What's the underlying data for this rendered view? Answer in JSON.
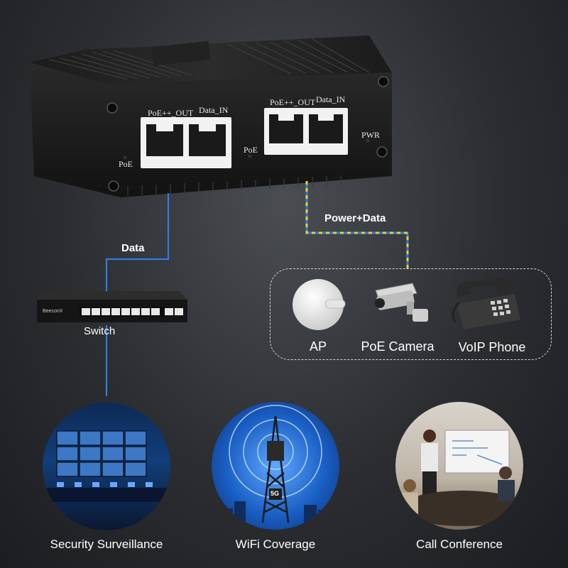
{
  "device": {
    "left_ports": {
      "out_label": "PoE++_OUT",
      "in_label": "Data_IN",
      "led_label": "PoE"
    },
    "right_ports": {
      "out_label": "PoE++_OUT",
      "in_label": "Data_IN",
      "led_label": "PoE"
    },
    "power_label": "PWR"
  },
  "connections": {
    "data_label": "Data",
    "power_data_label": "Power+Data"
  },
  "switch": {
    "brand": "BeeconX",
    "label": "Switch"
  },
  "devices": [
    {
      "label": "AP"
    },
    {
      "label": "PoE Camera"
    },
    {
      "label": "VoIP Phone"
    }
  ],
  "applications": [
    {
      "label": "Security Surveillance"
    },
    {
      "label": "WiFi Coverage"
    },
    {
      "label": "Call Conference"
    }
  ],
  "tower_badge": "5G",
  "colors": {
    "data_line": "#2f7de1",
    "power_line_yellow": "#e8d23a",
    "device_body": "#161616"
  }
}
